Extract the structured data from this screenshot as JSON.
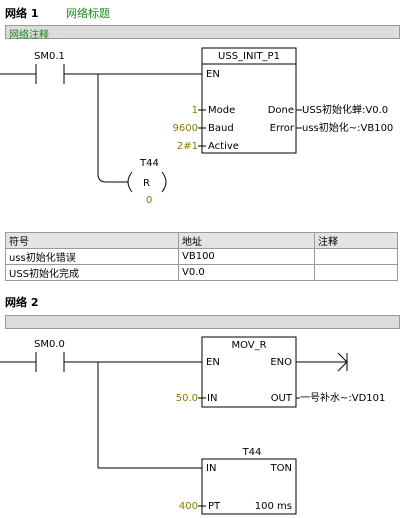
{
  "network1": {
    "label": "网络 1",
    "title": "网络标题",
    "comment": "网络注释",
    "contact": "SM0.1",
    "block": {
      "name": "USS_INIT_P1",
      "en": "EN",
      "inputs": [
        {
          "value": "1",
          "pin": "Mode"
        },
        {
          "value": "9600",
          "pin": "Baud"
        },
        {
          "value": "2#1",
          "pin": "Active"
        }
      ],
      "outputs": [
        {
          "pin": "Done",
          "value": "USS初始化蝉:V0.0"
        },
        {
          "pin": "Error",
          "value": "uss初始化~:VB100"
        }
      ]
    },
    "coil": {
      "address": "T44",
      "type": "R",
      "count": "0"
    }
  },
  "symbol_table": {
    "headers": [
      "符号",
      "地址",
      "注释"
    ],
    "rows": [
      [
        "uss初始化错误",
        "VB100",
        ""
      ],
      [
        "USS初始化完成",
        "V0.0",
        ""
      ]
    ]
  },
  "network2": {
    "label": "网络 2",
    "contact": "SM0.0",
    "mov": {
      "name": "MOV_R",
      "en": "EN",
      "eno": "ENO",
      "in_pin": "IN",
      "in_value": "50.0",
      "out_pin": "OUT",
      "out_value": "一号补水~:VD101"
    },
    "timer": {
      "address": "T44",
      "in_pin": "IN",
      "type": "TON",
      "pt_pin": "PT",
      "pt_value": "400",
      "base": "100 ms"
    }
  }
}
